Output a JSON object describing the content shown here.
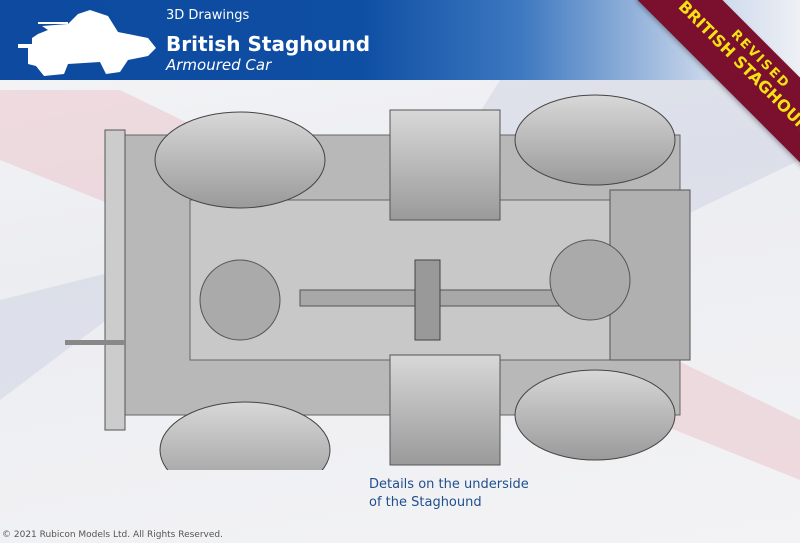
{
  "header": {
    "subtitle": "3D Drawings",
    "title": "British Staghound",
    "caption": "Armoured Car"
  },
  "ribbon": {
    "line1": "REVISED",
    "line2": "BRITISH STAGHOUND",
    "color": "#7b0f2e",
    "text_color": "#f5e214"
  },
  "main": {
    "caption_line1": "Details on the underside",
    "caption_line2": "of the Staghound"
  },
  "footer": {
    "copyright": "© 2021 Rubicon Models Ltd. All Rights Reserved."
  }
}
